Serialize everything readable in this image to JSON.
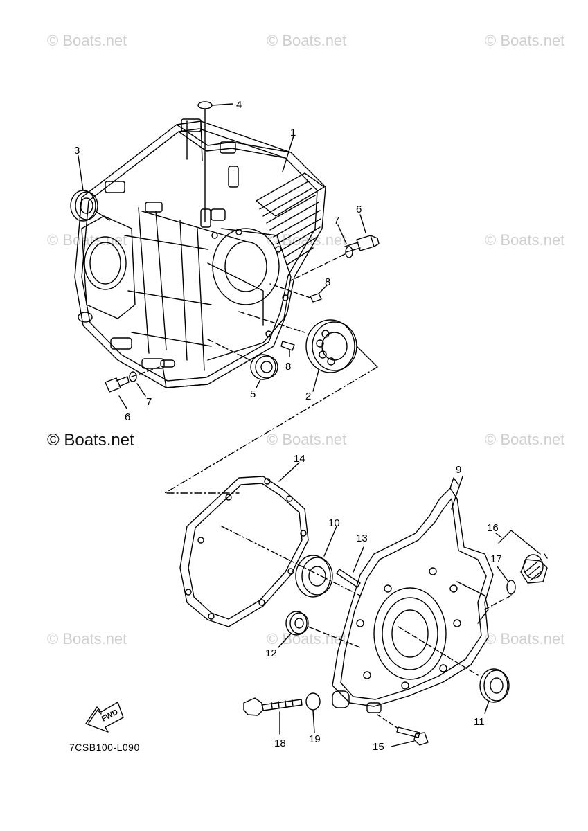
{
  "watermark": {
    "text": "© Boats.net",
    "color": "#cfcfcf",
    "strong_color": "#111111"
  },
  "diagram": {
    "code": "7CSB100-L090",
    "fwd_label": "FWD"
  },
  "callouts": [
    {
      "id": "c1",
      "label": "1"
    },
    {
      "id": "c2",
      "label": "2"
    },
    {
      "id": "c3",
      "label": "3"
    },
    {
      "id": "c4",
      "label": "4"
    },
    {
      "id": "c5",
      "label": "5"
    },
    {
      "id": "c6a",
      "label": "6"
    },
    {
      "id": "c6b",
      "label": "6"
    },
    {
      "id": "c7a",
      "label": "7"
    },
    {
      "id": "c7b",
      "label": "7"
    },
    {
      "id": "c8a",
      "label": "8"
    },
    {
      "id": "c8b",
      "label": "8"
    },
    {
      "id": "c9",
      "label": "9"
    },
    {
      "id": "c10",
      "label": "10"
    },
    {
      "id": "c11",
      "label": "11"
    },
    {
      "id": "c12",
      "label": "12"
    },
    {
      "id": "c13",
      "label": "13"
    },
    {
      "id": "c14",
      "label": "14"
    },
    {
      "id": "c15",
      "label": "15"
    },
    {
      "id": "c16",
      "label": "16"
    },
    {
      "id": "c17",
      "label": "17"
    },
    {
      "id": "c18",
      "label": "18"
    },
    {
      "id": "c19",
      "label": "19"
    }
  ]
}
